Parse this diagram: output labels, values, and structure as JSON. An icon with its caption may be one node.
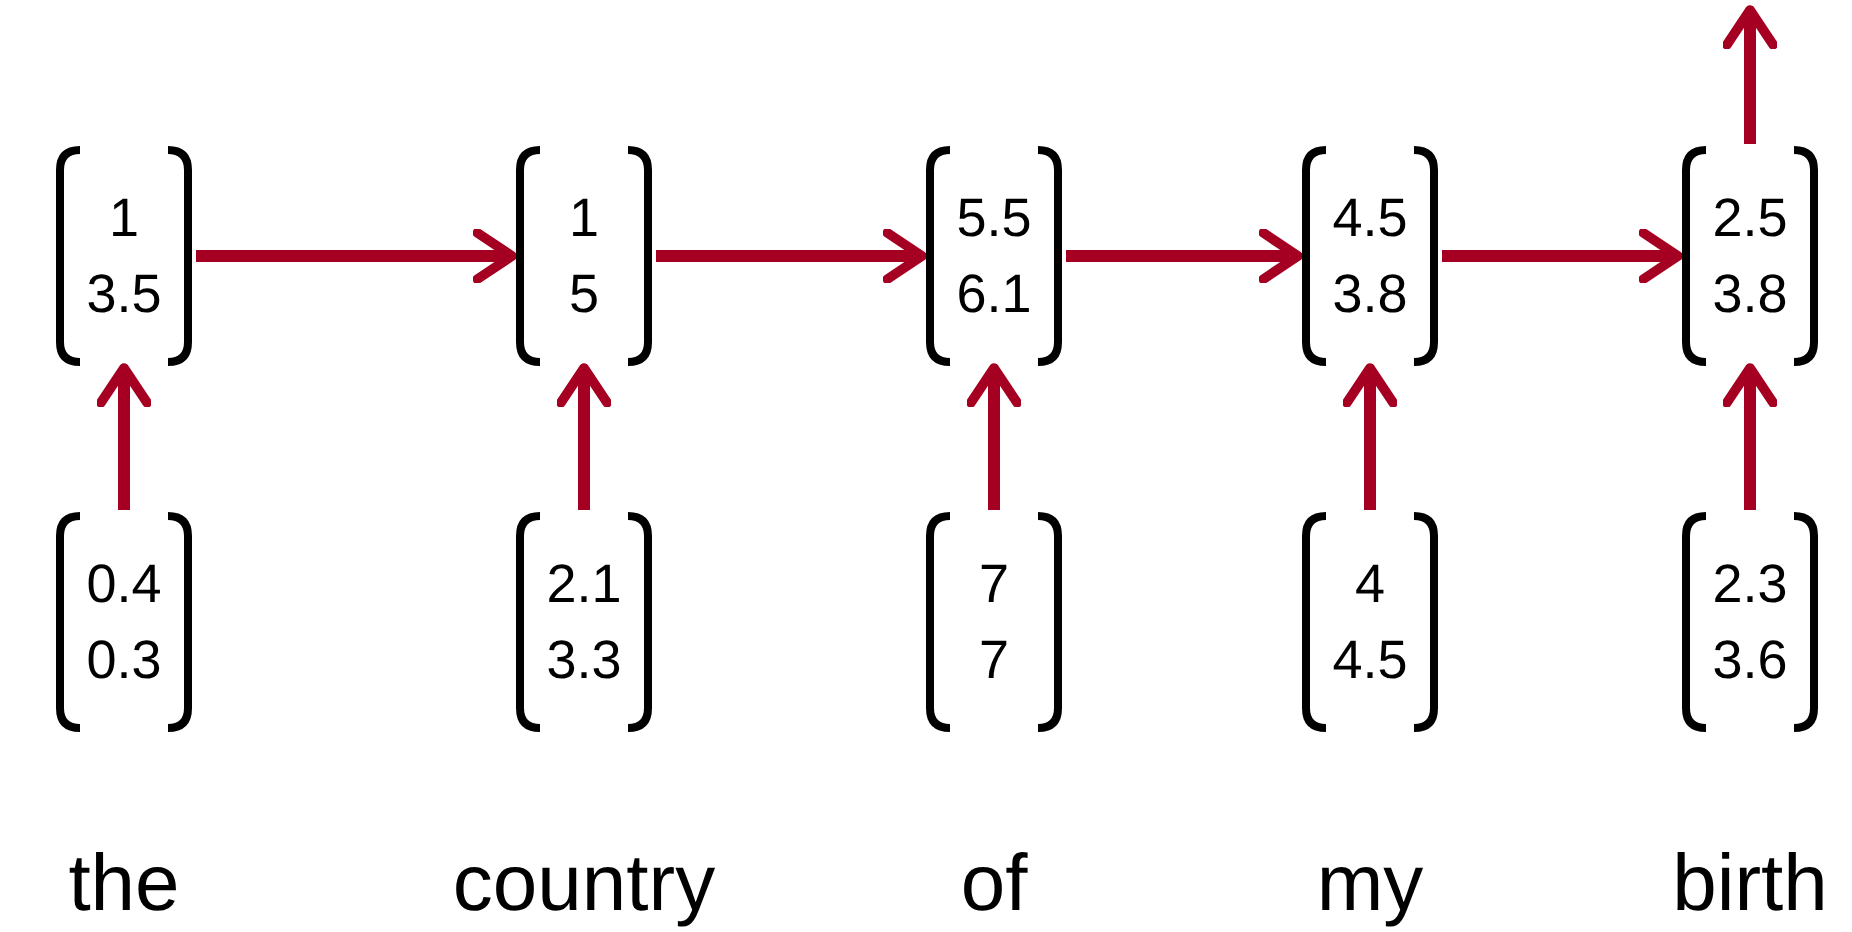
{
  "diagram": {
    "nodes": [
      {
        "text": [
          "1 3.5"
        ]
      },
      {
        "text": [
          "1 5"
        ]
      },
      {
        "text": [
          "5.5 6.1"
        ]
      },
      {
        "text": [
          "4.5 3.8"
        ]
      },
      {
        "text": [
          "2.5 3.8"
        ]
      },
      {
        "text": [
          "0.4 0.3"
        ],
        "beside": [
          "the"
        ]
      },
      {
        "text": [
          "2.1 3.3"
        ],
        "beside": [
          "country"
        ]
      },
      {
        "text": [
          "7 7"
        ],
        "beside": [
          "of"
        ]
      },
      {
        "text": [
          "4 4.5"
        ],
        "beside": [
          "my"
        ]
      },
      {
        "text": [
          "2.3 3.6"
        ],
        "beside": [
          "birth"
        ]
      }
    ],
    "edges": [
      {
        "from": 0,
        "to": 1,
        "arrow": "to"
      },
      {
        "from": 1,
        "to": 2,
        "arrow": "to"
      },
      {
        "from": 2,
        "to": 3,
        "arrow": "to"
      },
      {
        "from": 3,
        "to": 4,
        "arrow": "to"
      },
      {
        "from": 5,
        "to": 0,
        "arrow": "to"
      },
      {
        "from": 6,
        "to": 1,
        "arrow": "to"
      },
      {
        "from": 7,
        "to": 2,
        "arrow": "to"
      },
      {
        "from": 8,
        "to": 3,
        "arrow": "to"
      },
      {
        "from": 9,
        "to": 4,
        "arrow": "to"
      },
      {
        "from": 4,
        "to": null,
        "arrow": "to"
      }
    ]
  }
}
